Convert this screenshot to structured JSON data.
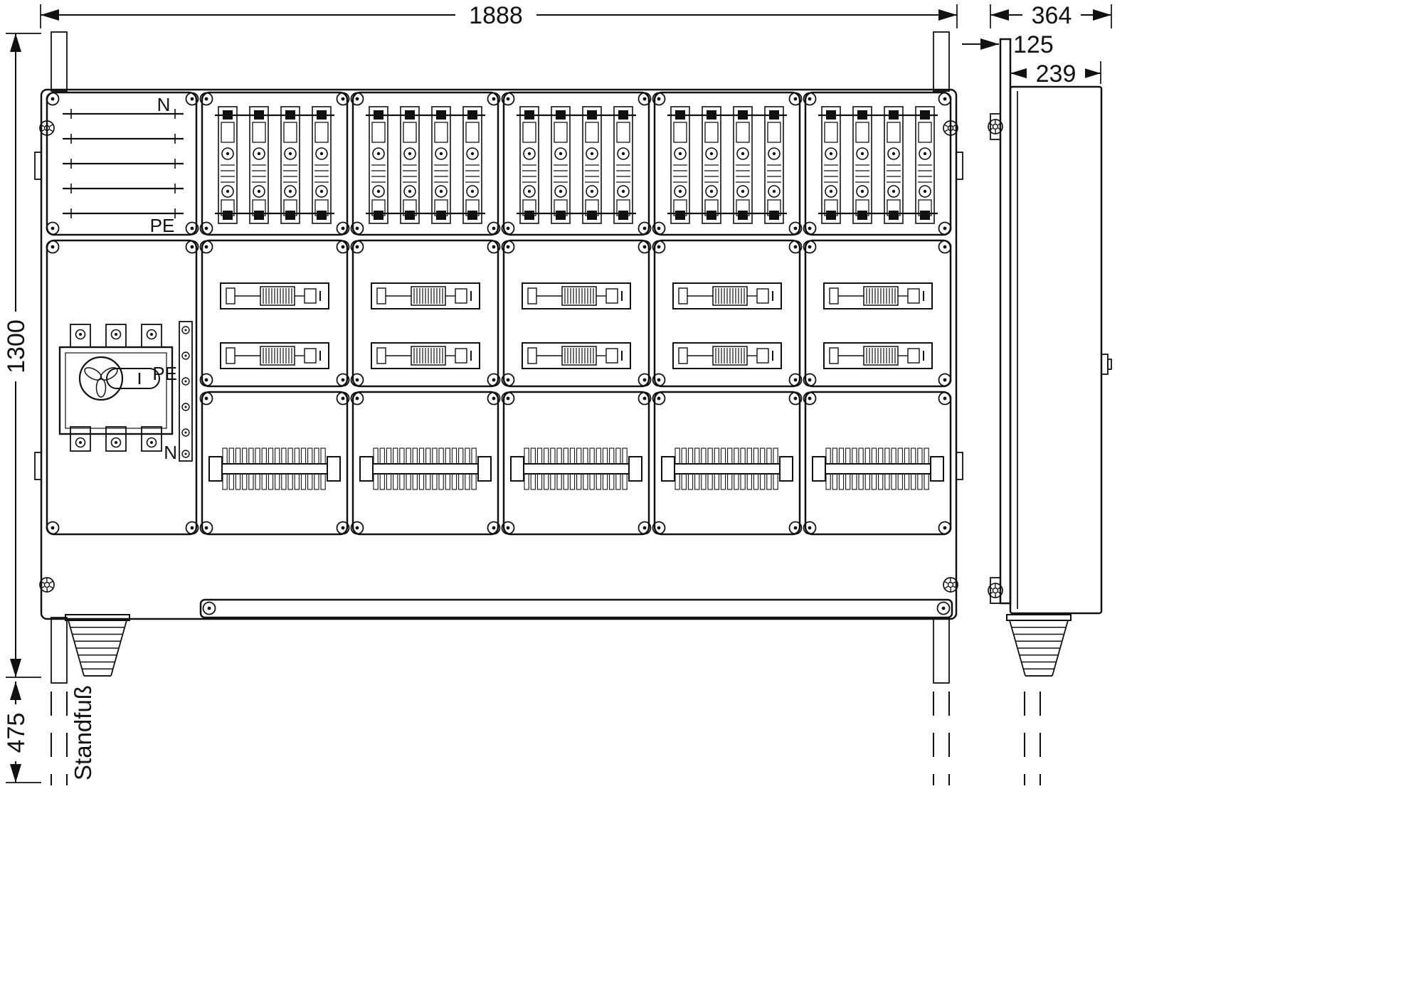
{
  "dimensions": {
    "overall_width": "1888",
    "total_depth": "364",
    "plate_depth": "125",
    "body_depth": "239",
    "overall_height": "1300",
    "stand_height": "475"
  },
  "labels": {
    "stand": "Standfuß",
    "neutral_top": "N",
    "pe_top": "PE",
    "pe_mid": "PE",
    "neutral_mid": "N"
  },
  "structure": {
    "panel_count": 5,
    "fuse_strips_per_panel": 4,
    "switch_units_per_panel": 2,
    "terminal_teeth": 16,
    "bus_lines": 5
  },
  "colors": {
    "line": "#111111",
    "background": "#ffffff"
  }
}
